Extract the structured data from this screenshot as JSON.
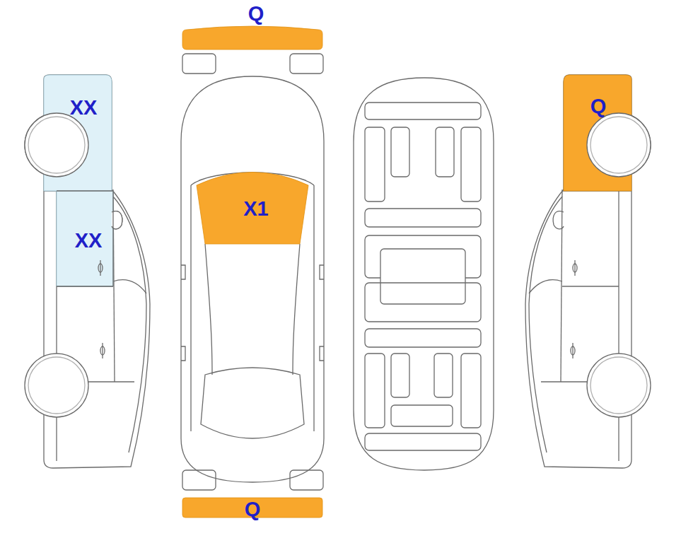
{
  "diagram": {
    "nodes": [
      {
        "text": [
          "Q"
        ]
      },
      {
        "text": [
          "XX"
        ]
      },
      {
        "text": [
          "Q"
        ]
      },
      {
        "text": [
          "X1"
        ]
      },
      {
        "text": [
          "XX"
        ]
      },
      {
        "text": [
          "Q"
        ]
      }
    ]
  }
}
